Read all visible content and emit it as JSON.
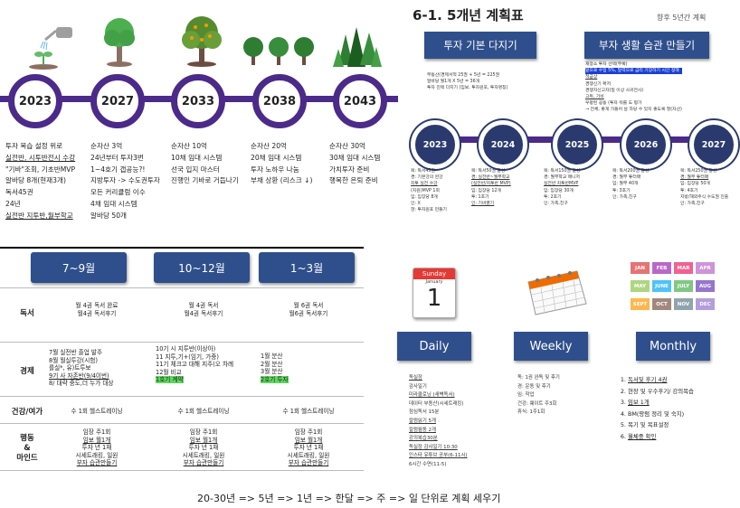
{
  "long_term": {
    "years": [
      "2023",
      "2027",
      "2033",
      "2038",
      "2043"
    ],
    "columns": [
      {
        "lines": [
          "투자 복습 설정 위로",
          "실전반, 시투반전시 수강",
          "\"기바\"조회, 기초반MVP",
          "알바당 8개(현재3개)",
          "독서45권",
          "",
          "24년",
          "실전반 지투반,월부학교"
        ]
      },
      {
        "lines": [
          "순자산 3억",
          "24년부터 투자3번",
          "1~4호기 갭공능?!",
          "지방투자 -> 수도권투자",
          "모든 커리큘럼 이수",
          "4채 임대 시스템",
          "알바당 50개"
        ]
      },
      {
        "lines": [
          "순자산 10억",
          "10채 임대 시스템",
          "선국 입지 마스터",
          "진행인 기바로 거듭나기"
        ]
      },
      {
        "lines": [
          "순자산 20억",
          "20채 임대 시스템",
          "투자 노하우 나눔",
          "부채 상환 (리스크 ↓)"
        ]
      },
      {
        "lines": [
          "순자산 30억",
          "30채 임대 시스템",
          "가치투자 준비",
          "행복한 은퇴 준비"
        ]
      }
    ]
  },
  "quarters": {
    "headers": [
      "7~9월",
      "10~12월",
      "1~3월"
    ],
    "rows": [
      {
        "label": "독서",
        "cells": [
          [
            "월 4권 독서 완료",
            "월4권 독서후기"
          ],
          [
            "월 4권 독서",
            "월4권 독서후기"
          ],
          [
            "월 6권 독서",
            "월6권 독서후기"
          ]
        ]
      },
      {
        "label": "경제",
        "cells": [
          [
            "7월 실전반 졸업 발주",
            "8월 월실투강(시험)",
            "를실*, 유)트투보",
            "9기 사 자존반(9/4이번)",
            "8/ 대략 중도,더 누가 대상"
          ],
          [
            "10기 시 지투반(이상아)",
            "11 지투,기+(임기, 가중)",
            "11기 체크고 대해 지주(오 차례",
            "12월 비교",
            "1호기 계약"
          ],
          [
            "1월 분산",
            "2월 분산",
            "3월 분산",
            "2호기 투자"
          ]
        ]
      },
      {
        "label": "건강/여가",
        "cells": [
          [
            "수 1회 헬스트레이닝"
          ],
          [
            "수 1회 헬스트레이닝"
          ],
          [
            "수 1회 헬스트레이닝"
          ]
        ]
      },
      {
        "label": "행동\n&\n마인드",
        "cells": [
          [
            "임장 주1회",
            "임보 월1개",
            "투자 년 1채",
            "시세트래킹, 일원",
            "부자 습관만들기"
          ],
          [
            "임장 주1회",
            "임보 월1개",
            "투자 년 1채",
            "시세트래킹, 일원",
            "부자 습관만들기"
          ],
          [
            "임장 주1회",
            "임보 월1개",
            "투자 년 1채",
            "시세트래킹, 일원",
            "부자 습관만들기"
          ]
        ]
      }
    ]
  },
  "five_year": {
    "title": "6-1. 5개년 계획표",
    "subtitle": "향후 5년간 계획",
    "btn_left": "투자 기본 다지기",
    "btn_right": "부자 생활 습관 만들기",
    "left_notes": [
      "부동산(경제서적 25권 + 5년 = 225권",
      "알바당 월1개 X 5년 = 36개",
      "투자 진택 다지기 (임보, 투자원포, 투자명칭)"
    ],
    "right_notes": [
      "재정소 투자 선택(부록)",
      "앞으로 수입 5%, 달력으로 금리 기장하기 시간 정해",
      "적금상",
      "경쟁신기 확저",
      "경쟁자신고자(일 이상 사귀전사)",
      "고위, 기비",
      "우평된 공동 (투자 워를 도 평가",
      "→ 전체, 좋게 가들어 날 하당 수 있지 좋도록 할(자산)"
    ],
    "years": [
      "2023",
      "2024",
      "2025",
      "2026",
      "2027"
    ],
    "year_notes": [
      [
        "목: 독서45권",
        "경: 기본강의 완강",
        "지투 실전 수강",
        "(지원)MVP 1회",
        "임: 임장당 8개",
        "인: X",
        "현: 투자원포 만들기"
      ],
      [
        "목: 독서50권 달성",
        "경: 실전반~월부학교",
        "(실전반/지투반 MVP)",
        "임: 임장당 12개",
        "투: 1호기",
        "인: 기바끌기"
      ],
      [
        "목: 독서150권 달성",
        "경: 월부학교 매니저",
        "실전반 지투반MVP",
        "임: 임장당 30개",
        "투: 2호기",
        "인: 가족,친구"
      ],
      [
        "목: 독서200권 달성",
        "경: 월부 튜터매",
        "임: 월부 40개",
        "투: 3호기",
        "인: 가족,친구"
      ],
      [
        "목: 독서250권 달성",
        "경: 월부 튜터매",
        "임: 임장당 50개",
        "투: 4호기",
        "지방/해외주식 수도권 진출",
        "인: 가족,친구"
      ]
    ]
  },
  "periodic": {
    "daily_label": "Daily",
    "weekly_label": "Weekly",
    "monthly_label": "Monthly",
    "cal_day_top": "Sunday",
    "cal_month": "January",
    "cal_day_num": "1",
    "months": [
      "JAN",
      "FEB",
      "MAR",
      "APR",
      "MAY",
      "JUNE",
      "JULY",
      "AUG",
      "SEPT",
      "OCT",
      "NOV",
      "DEC"
    ],
    "daily_items": [
      "독실장",
      "감사일기",
      "미라클로닝 (새벽독서)",
      "데이터 부동산(시세트래킹)",
      "점심독서 15분",
      "칼럼읽기 5개",
      "칼럼월동 2개",
      "강의복습30분",
      "독실장 감사일기 10:30",
      "인스타 유튜브 공부(6-11시)",
      "6시간 수면(11-5)"
    ],
    "weekly_items": [
      "독: 1권 완독 및 후기",
      "경: 운동 및 후기",
      "임: 작업",
      "건강: 웨이트 주3회",
      "휴식: 1주1회"
    ],
    "monthly_items": [
      "독서및 후기 4권",
      "현장 및 우수후기/ 강의복습",
      "임보 1개",
      "BM(팡럼 정리 및 숙지)",
      "목기 및 목표설정",
      "월체중 확인"
    ]
  },
  "bottom_caption": "20-30년 => 5년 => 1년 => 한달 => 주 => 일 단위로 계획 세우기"
}
